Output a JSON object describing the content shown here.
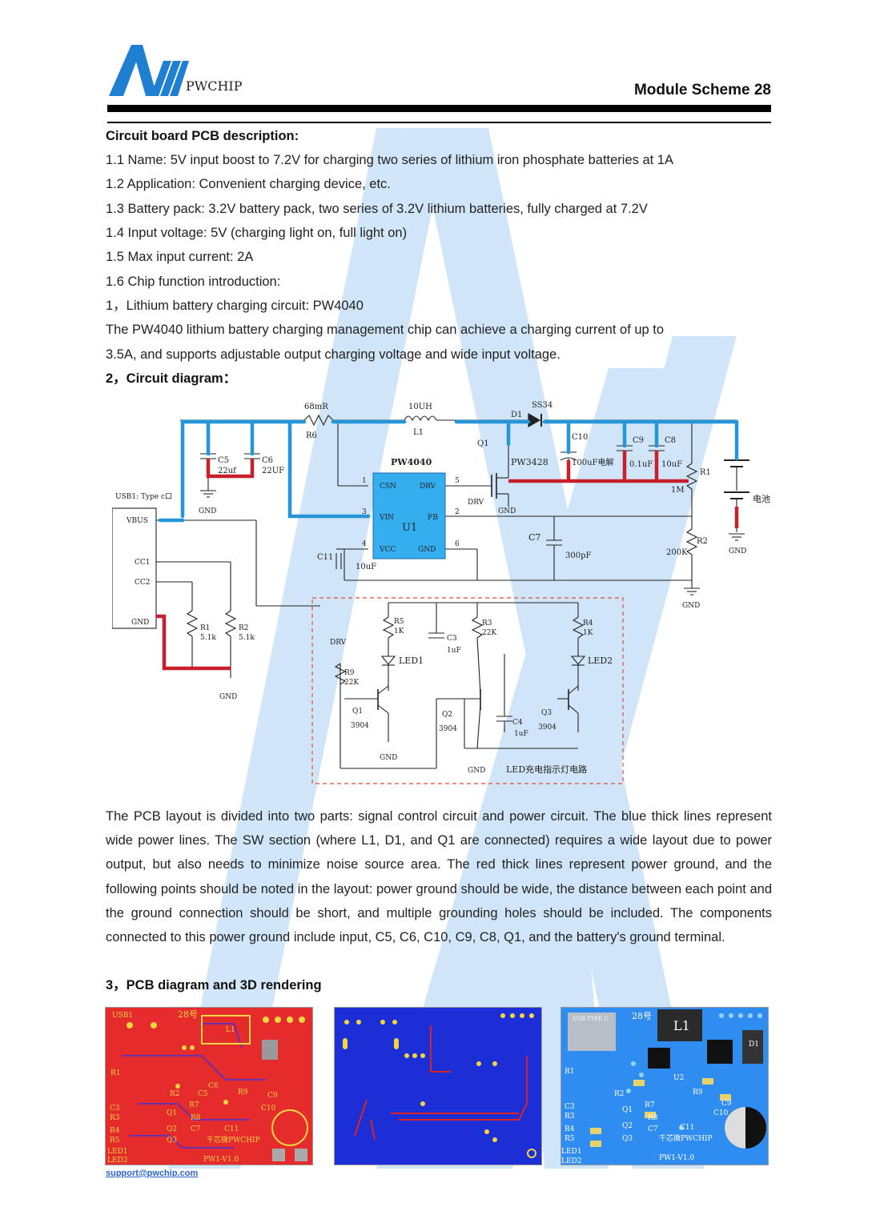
{
  "header": {
    "brand": "PWCHIP",
    "doc_code": "Module Scheme 28"
  },
  "content": {
    "heading1": "Circuit board PCB description:",
    "lines": [
      "1.1 Name: 5V input boost to 7.2V for charging two series of lithium iron phosphate batteries at 1A",
      "1.2 Application: Convenient charging device, etc.",
      "1.3 Battery pack: 3.2V battery pack, two series of 3.2V lithium batteries, fully charged at 7.2V",
      "1.4 Input voltage: 5V (charging light on, full light on)",
      "1.5 Max input current: 2A",
      "1.6 Chip function introduction:",
      "1，Lithium battery charging circuit: PW4040",
      "The PW4040 lithium battery charging management chip can achieve a charging current of up to",
      "3.5A, and supports adjustable output charging voltage and wide input voltage."
    ],
    "heading2": "2，Circuit diagram：",
    "layout_paragraph": "The PCB layout is divided into two parts: signal control circuit and power circuit. The blue thick lines represent wide power lines. The SW section (where L1, D1, and Q1 are connected) requires a wide layout due to power output, but also needs to minimize noise source area. The red thick lines represent power ground, and the following points should be noted in the layout: power ground should be wide, the distance between each point and the ground connection should be short, and multiple grounding holes should be included. The components connected to this power ground include input, C5, C6, C10, C9, C8, Q1, and the battery's ground terminal.",
    "heading3": "3，PCB diagram and 3D rendering"
  },
  "schematic": {
    "r6": "68mR",
    "r6_ref": "R6",
    "l1_val": "10UH",
    "l1_ref": "L1",
    "d1_val": "SS34",
    "d1_ref": "D1",
    "q1_ref": "Q1",
    "q1_val": "PW3428",
    "chip": "PW4040",
    "u1": "U1",
    "pins": [
      "CSN",
      "DRV",
      "VIN",
      "FB",
      "VCC",
      "GND"
    ],
    "pin_nums": [
      "1",
      "5",
      "3",
      "2",
      "4",
      "6"
    ],
    "c5": "C5",
    "c5_val": "22uf",
    "c6": "C6",
    "c6_val": "22UF",
    "c10": "C10",
    "c10_val": "100uF电解",
    "c9": "C9",
    "c9_val": "0.1uF",
    "c8": "C8",
    "c8_val": "10uF",
    "r1": "R1",
    "r1_val": "1M",
    "r2": "R2",
    "r2_val": "200K",
    "c7": "C7",
    "c7_val": "300pF",
    "c11": "C11",
    "c11_val": "10uF",
    "battery": "电池",
    "usb": "USB1: Type c口",
    "usb_pins": [
      "VBUS",
      "CC1",
      "CC2",
      "GND"
    ],
    "usb_r1": "R1",
    "usb_r1_val": "5.1k",
    "usb_r2": "R2",
    "usb_r2_val": "5.1k",
    "gnd": "GND",
    "drv": "DRV",
    "led_r5": "R5",
    "led_r5_val": "1K",
    "led_c3": "C3",
    "led_c3_val": "1uF",
    "led_r3": "R3",
    "led_r3_val": "22K",
    "led_r4": "R4",
    "led_r4_val": "1K",
    "led1": "LED1",
    "led2": "LED2",
    "led_r9": "R9",
    "led_r9_val": "22K",
    "tq1": "Q1",
    "tq2": "Q2",
    "tq3": "Q3",
    "t_val": "3904",
    "led_c4": "C4",
    "led_c4_val": "1uF",
    "led_title": "LED充电指示灯电路"
  },
  "pcb_labels": {
    "red": [
      "USB1",
      "28号",
      "L1",
      "R1",
      "C5",
      "C6",
      "R2",
      "R9",
      "C9",
      "C3",
      "R3",
      "R4",
      "R5",
      "LED1",
      "LED2",
      "Q1",
      "Q2",
      "Q3",
      "R7",
      "R8",
      "C7",
      "C11",
      "C10",
      "千芯微PWCHIP",
      "PW1-V1.0"
    ],
    "blue3d": [
      "USB TYPE C",
      "28号",
      "L1",
      "R1",
      "R2",
      "C3",
      "R3",
      "R4",
      "R5",
      "LED1",
      "LED2",
      "Q1",
      "Q2",
      "Q3",
      "R7",
      "R8",
      "C7",
      "C11",
      "U2",
      "R9",
      "C9",
      "C10",
      "千芯微PWCHIP",
      "PW1-V1.0",
      "D1"
    ]
  },
  "footer": {
    "email": "support@pwchip.com"
  }
}
